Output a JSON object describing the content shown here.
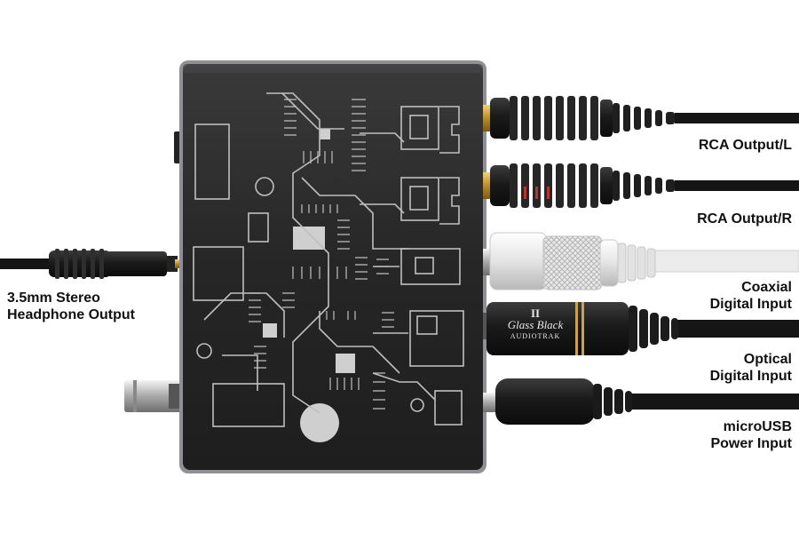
{
  "product": {
    "brand_line1": "Glass Black",
    "brand_numeral": "II",
    "brand_line2": "AUDIOTRAK"
  },
  "ports": {
    "headphone": {
      "line1": "3.5mm Stereo",
      "line2": "Headphone Output"
    },
    "rca_left": {
      "line1": "RCA Output/L"
    },
    "rca_right": {
      "line1": "RCA Output/R"
    },
    "coaxial": {
      "line1": "Coaxial",
      "line2": "Digital Input"
    },
    "optical": {
      "line1": "Optical",
      "line2": "Digital Input"
    },
    "usb": {
      "line1": "microUSB",
      "line2": "Power Input"
    }
  },
  "colors": {
    "device_body": "#2b2b2b",
    "device_edge": "#8f9094",
    "circuit_print": "#bfbfbf",
    "cable_black": "#151515",
    "cable_white": "#efefef",
    "gold_contact": "#c9a24a",
    "red_ring": "#b3362f"
  }
}
